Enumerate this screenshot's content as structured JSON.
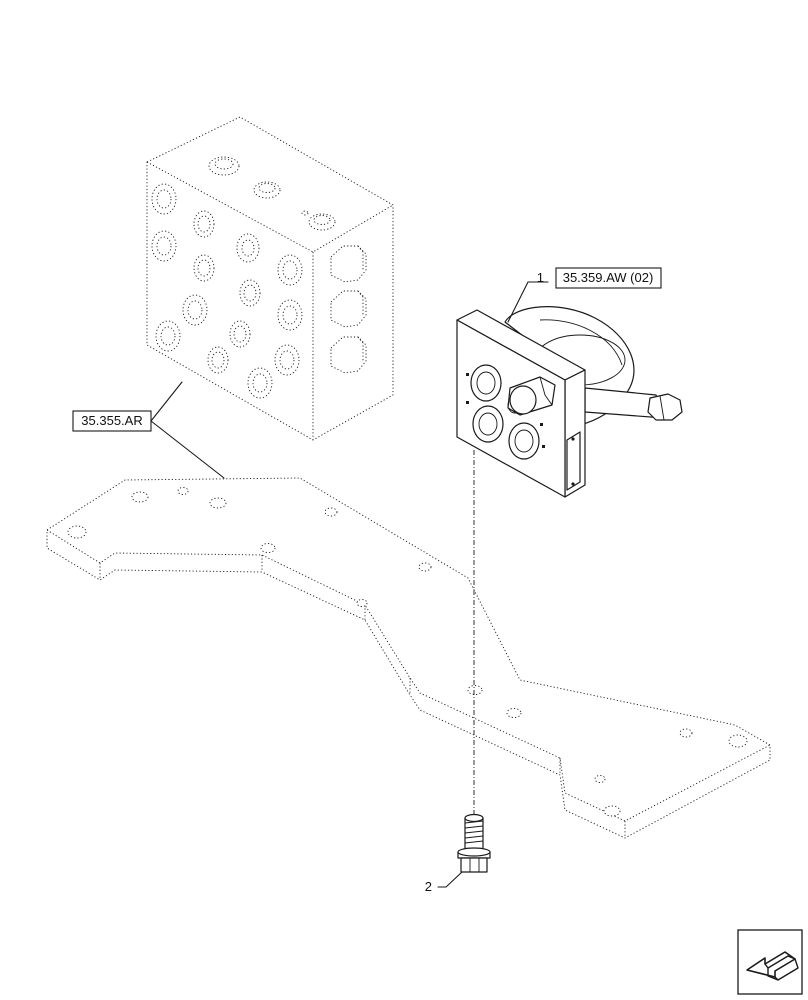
{
  "callouts": [
    {
      "item": "1",
      "ref": "35.359.AW (02)"
    },
    {
      "item": "2"
    }
  ],
  "reference": {
    "ref": "35.355.AR"
  },
  "nav_icon": "arrow-left-icon"
}
